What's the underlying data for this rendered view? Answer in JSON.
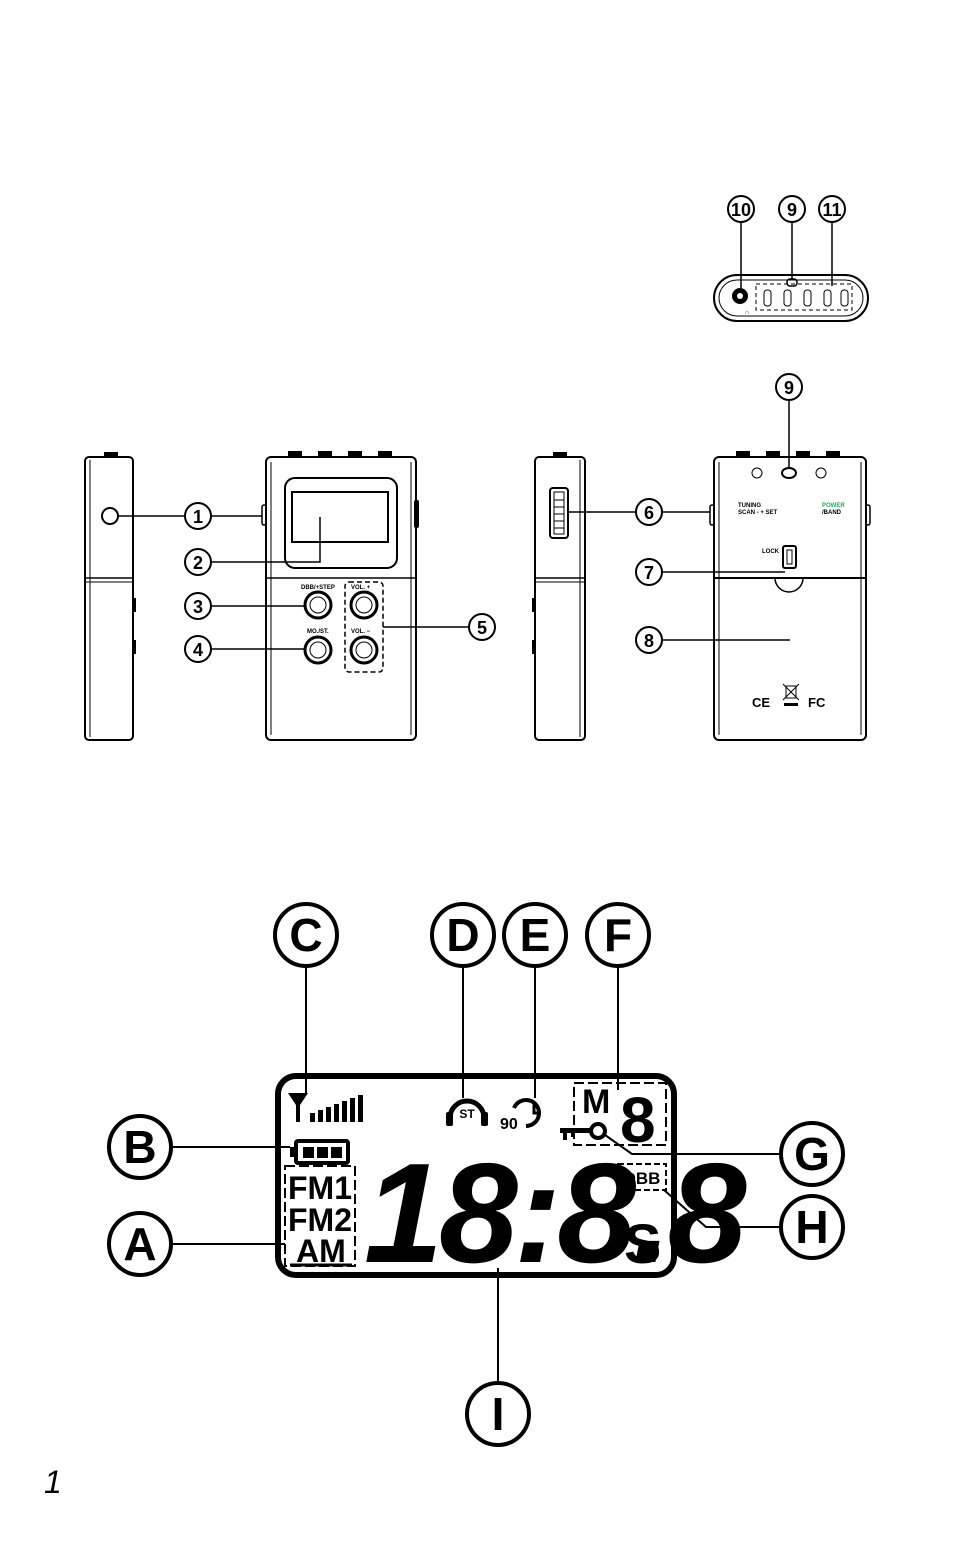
{
  "page_number": "1",
  "callouts_numbered": [
    "1",
    "2",
    "3",
    "4",
    "5",
    "6",
    "7",
    "8",
    "9",
    "9",
    "10",
    "11"
  ],
  "callouts_lettered": [
    "A",
    "B",
    "C",
    "D",
    "E",
    "F",
    "G",
    "H",
    "I"
  ],
  "buttons": {
    "dbb_step": "DBB/+STEP",
    "mo_st": "MO./ST.",
    "vol_up": "VOL. +",
    "vol_down": "VOL. −"
  },
  "back_labels": {
    "tuning": "TUNING",
    "scan_set": "SCAN - + SET",
    "power": "POWER",
    "band": "/BAND",
    "lock": "LOCK",
    "ce": "CE",
    "fc": "FC"
  },
  "lcd": {
    "fm1": "FM1",
    "fm2": "FM2",
    "am": "AM",
    "st": "ST",
    "timer": "90",
    "memory": "M",
    "memory_digit": "8",
    "dbb": "DBB",
    "digits": "18:8.8",
    "suffix": "S"
  },
  "colors": {
    "ink": "#000000",
    "power_label": "#2e9e5a",
    "paper": "#ffffff"
  }
}
